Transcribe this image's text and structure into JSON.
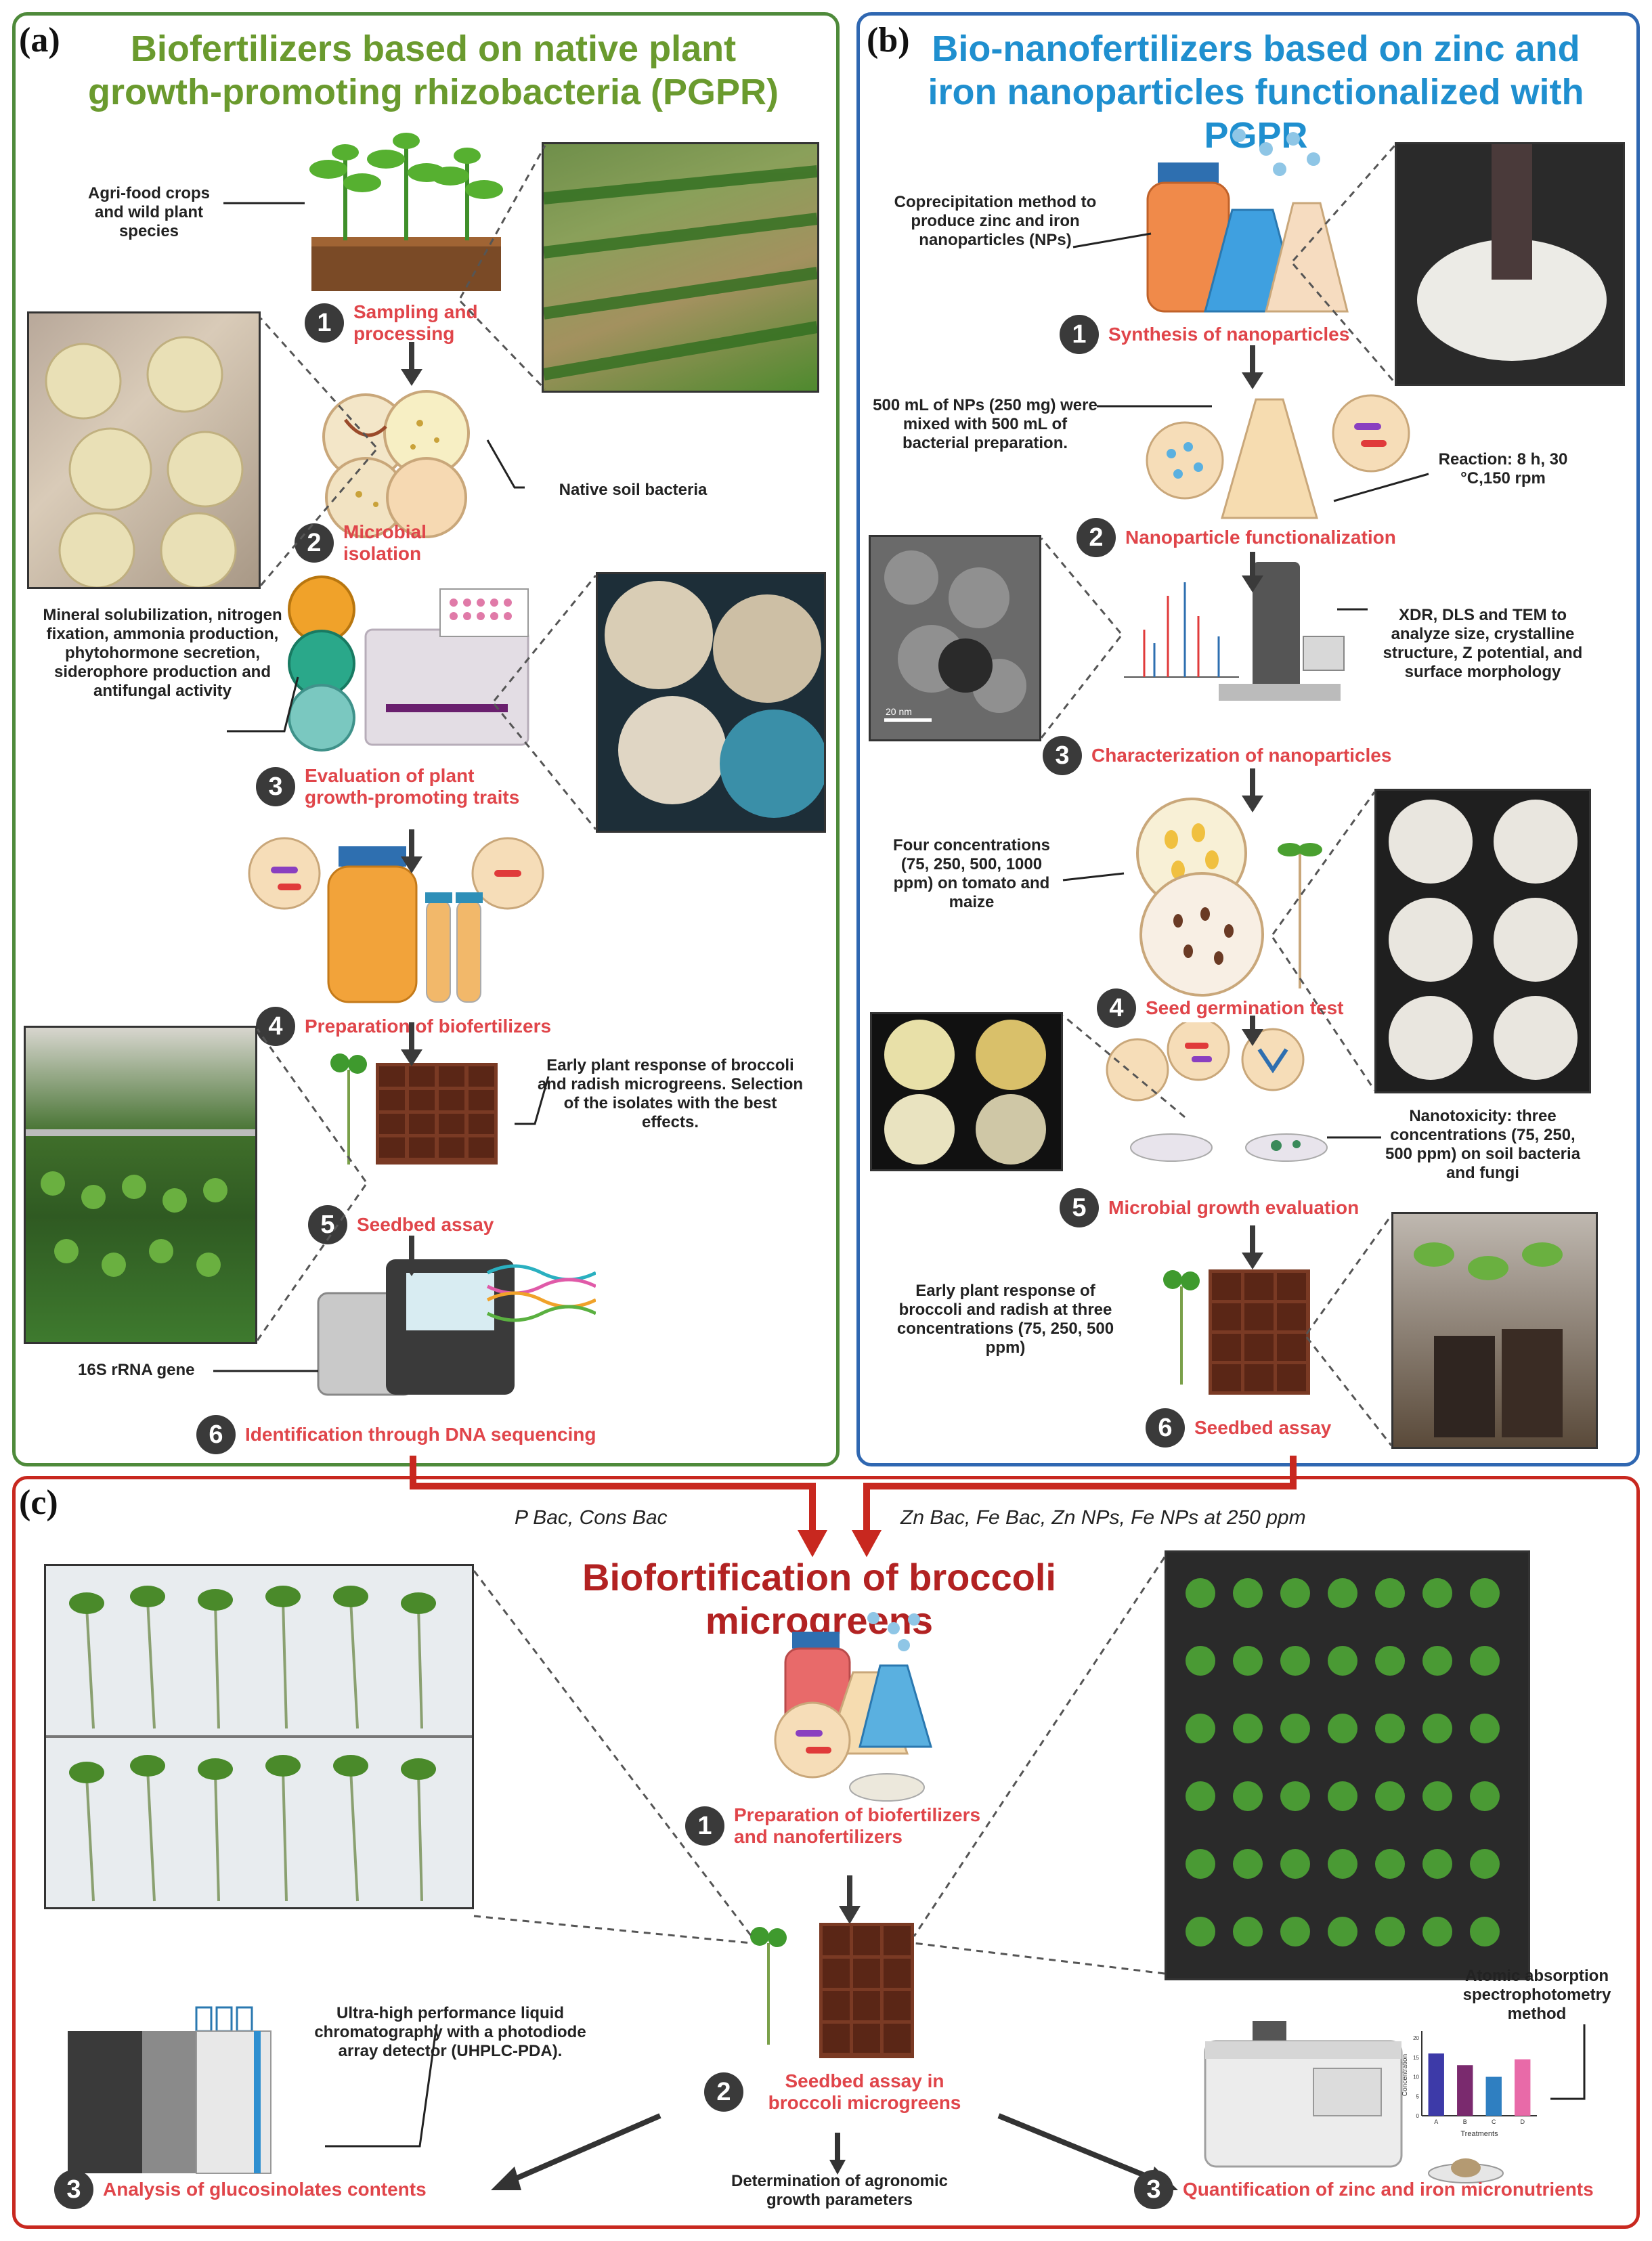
{
  "panel_a": {
    "letter": "(a)",
    "title": "Biofertilizers based on native plant growth-promoting rhizobacteria (PGPR)",
    "notes": {
      "crops": "Agri-food crops and wild plant species",
      "soil_bacteria": "Native soil bacteria",
      "traits": "Mineral solubilization, nitrogen fixation, ammonia production, phytohormone secretion, siderophore production and antifungal activity",
      "early_response": "Early plant response of broccoli and radish microgreens. Selection of the isolates with the best effects.",
      "gene": "16S rRNA gene"
    },
    "steps": [
      {
        "n": "1",
        "label": "Sampling and processing"
      },
      {
        "n": "2",
        "label": "Microbial isolation"
      },
      {
        "n": "3",
        "label": "Evaluation of plant growth-promoting traits"
      },
      {
        "n": "4",
        "label": "Preparation of biofertilizers"
      },
      {
        "n": "5",
        "label": "Seedbed assay"
      },
      {
        "n": "6",
        "label": "Identification through DNA sequencing"
      }
    ]
  },
  "panel_b": {
    "letter": "(b)",
    "title": "Bio-nanofertilizers based on zinc and iron nanoparticles functionalized with PGPR",
    "notes": {
      "coprecip": "Coprecipitation method to produce zinc and iron nanoparticles (NPs)",
      "mix": "500 mL of NPs (250 mg) were mixed with 500 mL of bacterial preparation.",
      "reaction": "Reaction: 8 h, 30 °C,150 rpm",
      "xdr": "XDR, DLS and TEM to analyze size, crystalline structure, Z potential, and surface morphology",
      "scale": "20 nm",
      "four_conc": "Four concentrations (75, 250, 500, 1000 ppm) on tomato and maize",
      "nanotox": "Nanotoxicity: three concentrations (75, 250, 500 ppm) on soil bacteria and fungi",
      "early_response": "Early plant response of broccoli and radish at three concentrations (75, 250, 500 ppm)"
    },
    "steps": [
      {
        "n": "1",
        "label": "Synthesis of nanoparticles"
      },
      {
        "n": "2",
        "label": "Nanoparticle functionalization"
      },
      {
        "n": "3",
        "label": "Characterization of nanoparticles"
      },
      {
        "n": "4",
        "label": "Seed germination test"
      },
      {
        "n": "5",
        "label": "Microbial growth evaluation"
      },
      {
        "n": "6",
        "label": "Seedbed assay"
      }
    ]
  },
  "panel_c": {
    "letter": "(c)",
    "title": "Biofortification of broccoli microgreens",
    "input_left": "P Bac, Cons Bac",
    "input_right": "Zn Bac, Fe Bac, Zn NPs, Fe NPs at 250 ppm",
    "notes": {
      "uhplc": "Ultra-high performance liquid chromatography with a photodiode array detector (UHPLC-PDA).",
      "aas": "Atomic absorption spectrophotometry method",
      "agronomic": "Determination of agronomic growth parameters",
      "chart_ylabel": "Concentration",
      "chart_xlabel": "Treatments"
    },
    "steps": [
      {
        "n": "1",
        "label": "Preparation of biofertilizers and nanofertilizers"
      },
      {
        "n": "2",
        "label": "Seedbed assay in broccoli microgreens"
      },
      {
        "n": "3",
        "label": "Analysis of glucosinolates contents"
      },
      {
        "n": "3",
        "label": "Quantification of zinc and iron micronutrients"
      }
    ]
  },
  "chart_data": {
    "type": "bar",
    "categories": [
      "A",
      "B",
      "C",
      "D"
    ],
    "values": [
      16,
      13,
      10,
      14.5
    ],
    "colors": [
      "#3d3aa8",
      "#7a2a6e",
      "#2f7fc1",
      "#e86aa8"
    ],
    "title": "",
    "xlabel": "Treatments",
    "ylabel": "Concentration",
    "ylim": [
      0,
      20
    ],
    "yticks": [
      "0",
      "5",
      "10",
      "15",
      "20"
    ]
  },
  "colors": {
    "panel_a": "#4e8a3a",
    "panel_b": "#2f67b1",
    "panel_c": "#c8281f",
    "title_a": "#6a9a2e",
    "title_b": "#1f8fcf",
    "title_c": "#b22222",
    "step_label": "#e0454a"
  }
}
